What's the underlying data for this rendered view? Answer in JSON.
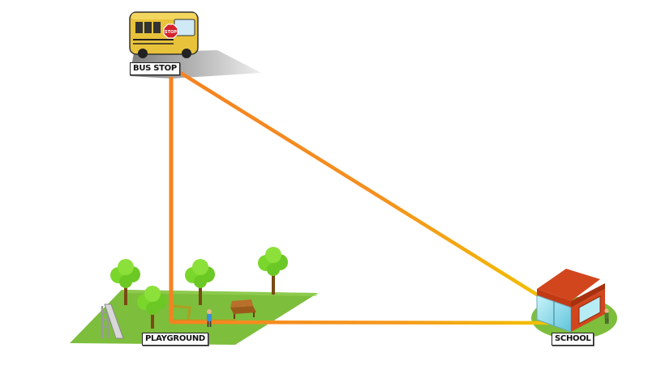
{
  "labels": {
    "bus_stop": "BUS STOP",
    "playground": "PLAYGROUND",
    "school": "SCHOOL"
  },
  "bus_sign_text": "STOP",
  "colors": {
    "path_orange": "#F58220",
    "path_yellow": "#F2C200",
    "grass": "#7DBE3C",
    "tree_leaf": "#7BD62C",
    "tree_trunk": "#7A4A12",
    "school_roof": "#D2461E",
    "school_glass": "#8FE0EE",
    "bus_yellow": "#E8C23A"
  }
}
